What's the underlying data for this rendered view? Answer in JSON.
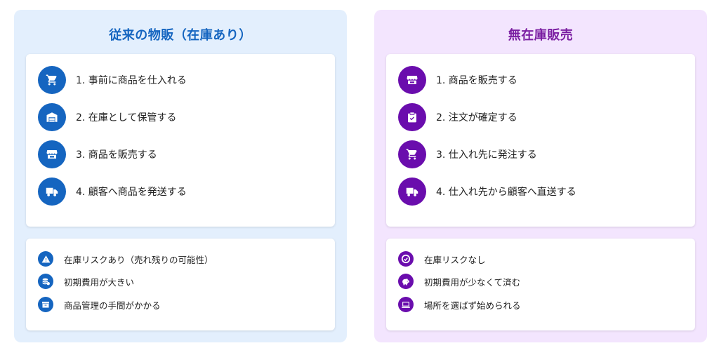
{
  "left_panel": {
    "title": "従来の物販（在庫あり）",
    "accent_color": "#1565c0",
    "background_color": "#e3effd",
    "steps": [
      {
        "label": "1. 事前に商品を仕入れる",
        "icon": "cart-icon"
      },
      {
        "label": "2. 在庫として保管する",
        "icon": "warehouse-icon"
      },
      {
        "label": "3. 商品を販売する",
        "icon": "store-icon"
      },
      {
        "label": "4. 顧客へ商品を発送する",
        "icon": "shipping-truck-icon"
      }
    ],
    "notes": [
      {
        "label": "在庫リスクあり（売れ残りの可能性）",
        "icon": "warning-icon"
      },
      {
        "label": "初期費用が大きい",
        "icon": "coins-icon"
      },
      {
        "label": "商品管理の手間がかかる",
        "icon": "box-icon"
      }
    ]
  },
  "right_panel": {
    "title": "無在庫販売",
    "accent_color": "#6a0dad",
    "background_color": "#f3e5fe",
    "steps": [
      {
        "label": "1. 商品を販売する",
        "icon": "store-icon"
      },
      {
        "label": "2. 注文が確定する",
        "icon": "clipboard-check-icon"
      },
      {
        "label": "3. 仕入れ先に発注する",
        "icon": "cart-icon"
      },
      {
        "label": "4. 仕入れ先から顧客へ直送する",
        "icon": "truck-icon"
      }
    ],
    "notes": [
      {
        "label": "在庫リスクなし",
        "icon": "check-circle-icon"
      },
      {
        "label": "初期費用が少なくて済む",
        "icon": "piggy-bank-icon"
      },
      {
        "label": "場所を選ばず始められる",
        "icon": "laptop-icon"
      }
    ]
  }
}
